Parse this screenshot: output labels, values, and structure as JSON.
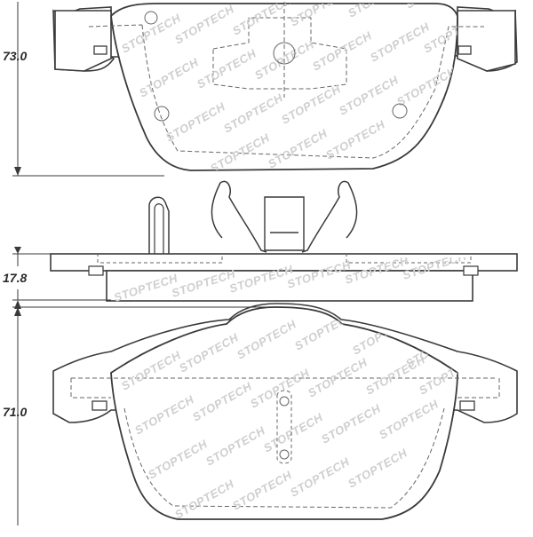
{
  "dimensions": {
    "top_pad_height": "73.0",
    "shim_thickness": "17.8",
    "bottom_pad_height": "71.0"
  },
  "watermark": {
    "brand": "STOPTECH"
  },
  "colors": {
    "outline": "#3a3a3a",
    "watermark": "#cfcfcf",
    "background": "#ffffff"
  }
}
